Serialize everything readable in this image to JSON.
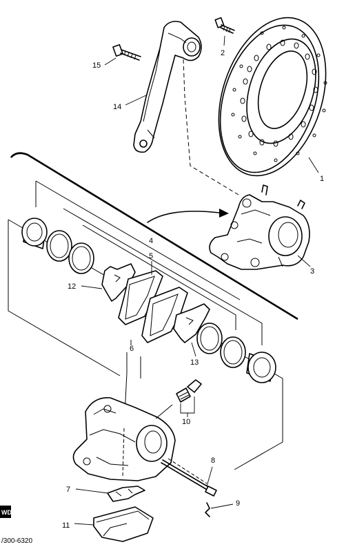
{
  "callouts": {
    "c1": "1",
    "c2": "2",
    "c3": "3",
    "c4": "4",
    "c5": "5",
    "c6": "6",
    "c7": "7",
    "c8": "8",
    "c9": "9",
    "c10": "10",
    "c11": "11",
    "c12": "12",
    "c13": "13",
    "c14": "14",
    "c15": "15"
  },
  "figure_code": "/300-6320",
  "corner_badge": "WD"
}
